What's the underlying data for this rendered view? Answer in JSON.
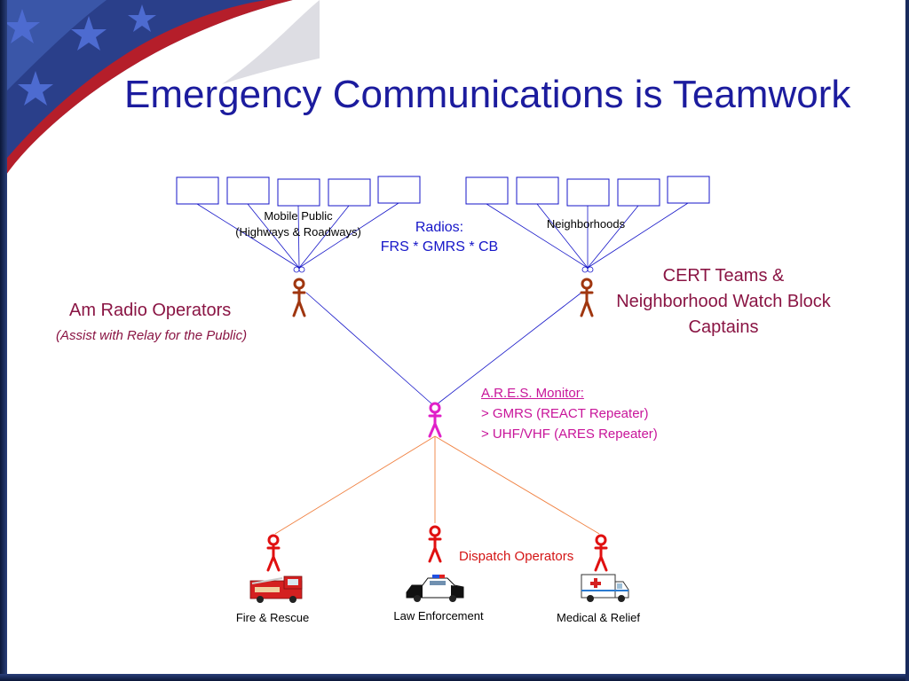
{
  "title": "Emergency Communications is Teamwork",
  "groups": {
    "mobile_public": [
      "Mobile Public",
      "(Highways & Roadways)"
    ],
    "neighborhoods": "Neighborhoods",
    "radios": [
      "Radios:",
      "FRS * GMRS * CB"
    ]
  },
  "roles": {
    "am_radio": {
      "title": "Am Radio Operators",
      "subtitle": "(Assist with Relay for the Public)"
    },
    "cert": [
      "CERT Teams &",
      "Neighborhood Watch Block",
      "Captains"
    ],
    "ares": {
      "heading": "A.R.E.S. Monitor:",
      "lines": [
        "> GMRS (REACT Repeater)",
        "> UHF/VHF (ARES Repeater)"
      ]
    },
    "dispatch": "Dispatch Operators"
  },
  "agencies": {
    "fire": "Fire & Rescue",
    "law": "Law Enforcement",
    "medical": "Medical & Relief"
  },
  "colors": {
    "title": "#1c1c9e",
    "box_line": "#1515c8",
    "cert_figure": "#a0360f",
    "ares_figure": "#e020c8",
    "dispatch_figure": "#e01010",
    "dispatch_line": "#f08040"
  }
}
